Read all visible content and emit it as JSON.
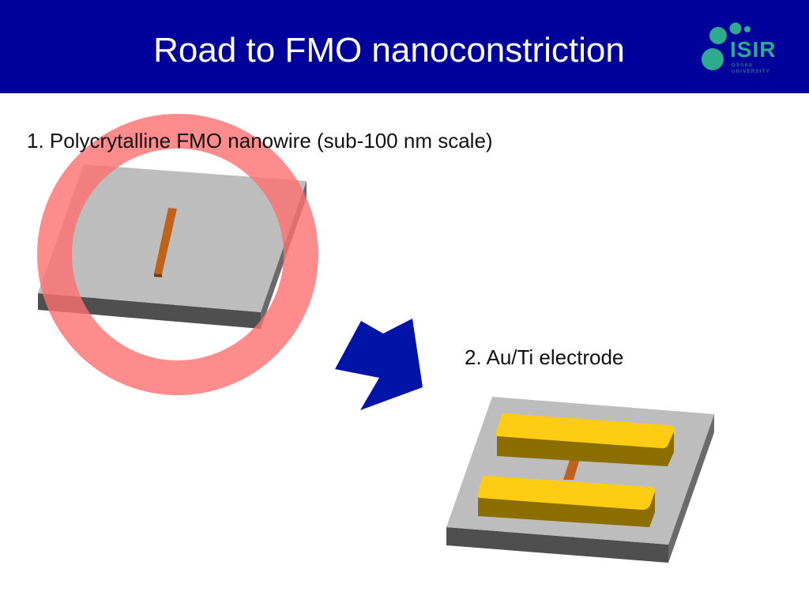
{
  "slide": {
    "title": "Road to FMO nanoconstriction",
    "logo": {
      "text": "ISIR",
      "subtext": "OSAKA UNIVERSITY",
      "color": "#2eaa8f"
    }
  },
  "steps": [
    {
      "label": "1. Polycrytalline FMO nanowire (sub-100 nm scale)",
      "status": "rejected"
    },
    {
      "label": "2. Au/Ti electrode"
    }
  ],
  "colors": {
    "header": "#00009a",
    "substrate_top": "#bdbdbd",
    "substrate_side": "#4f4f4f",
    "nanowire": "#c0621a",
    "electrode": "#ffcc14",
    "reject_circle": "#ff6f6f",
    "arrow": "#0014a8"
  }
}
